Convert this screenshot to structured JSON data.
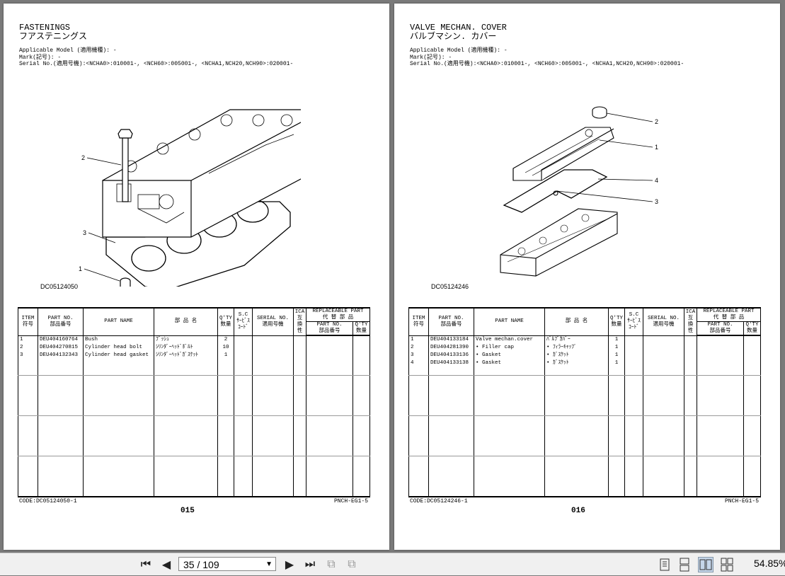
{
  "pages": [
    {
      "title_en": "FASTENINGS",
      "title_jp": "フアステニングス",
      "meta_line1": "Applicable Model (適用機種): -",
      "meta_line2": "Mark(記号): -",
      "meta_line3": "Serial No.(適用号機):<NCHA0>:010001-, <NCH60>:005001-, <NCHA1,NCH20,NCH90>:020001-",
      "figure_id": "DC05124050",
      "callouts": [
        "1",
        "2",
        "3"
      ],
      "rows": [
        {
          "item": "1",
          "part_no": "DEU404160764",
          "name": "Bush",
          "jp": "ﾌﾞｯｼｭ",
          "qty": "2"
        },
        {
          "item": "2",
          "part_no": "DEU404270815",
          "name": "Cylinder head bolt",
          "jp": "ｼﾘﾝﾀﾞｰﾍｯﾄﾞﾎﾞﾙﾄ",
          "qty": "10"
        },
        {
          "item": "3",
          "part_no": "DEU404132343",
          "name": "Cylinder head gasket",
          "jp": "ｼﾘﾝﾀﾞｰﾍｯﾄﾞｶﾞｽｹｯﾄ",
          "qty": "1"
        }
      ],
      "code": "CODE:DC05124050-1",
      "page_number": "015",
      "doc_id": "PNCH-EG1-5"
    },
    {
      "title_en": "VALVE MECHAN. COVER",
      "title_jp": "バルブマシン. カバー",
      "meta_line1": "Applicable Model (適用機種): -",
      "meta_line2": "Mark(記号): -",
      "meta_line3": "Serial No.(適用号機):<NCHA0>:010001-, <NCH60>:005001-, <NCHA1,NCH20,NCH90>:020001-",
      "figure_id": "DC05124246",
      "callouts": [
        "1",
        "2",
        "3",
        "4"
      ],
      "rows": [
        {
          "item": "1",
          "part_no": "DEU404133184",
          "name": "Valve mechan.cover",
          "jp": "ﾊﾞﾙﾌﾞｶﾊﾞｰ",
          "qty": "1"
        },
        {
          "item": "2",
          "part_no": "DEU404281390",
          "name": "• Filler cap",
          "jp": "• ﾌｨﾗｰｷｬｯﾌﾟ",
          "qty": "1"
        },
        {
          "item": "3",
          "part_no": "DEU404133136",
          "name": "• Gasket",
          "jp": "• ｶﾞｽｹｯﾄ",
          "qty": "1"
        },
        {
          "item": "4",
          "part_no": "DEU404133138",
          "name": "• Gasket",
          "jp": "• ｶﾞｽｹｯﾄ",
          "qty": "1"
        }
      ],
      "code": "CODE:DC05124246-1",
      "page_number": "016",
      "doc_id": "PNCH-EG1-5"
    }
  ],
  "table_headers": {
    "item": "ITEM",
    "item_jp": "符号",
    "part_no": "PART NO.",
    "part_no_jp": "部品番号",
    "part_name": "PART NAME",
    "jp_name": "部 品 名",
    "qty": "Q'TY",
    "qty_jp": "数量",
    "sc": "S.C",
    "sc_jp1": "ｻｰﾋﾞｽ",
    "sc_jp2": "ｺｰﾄﾞ",
    "serial": "SERIAL NO.",
    "serial_jp": "適用号機",
    "ica": "ICA",
    "ica_jp1": "互",
    "ica_jp2": "換",
    "ica_jp3": "性",
    "replaceable": "REPLACEABLE PART",
    "replaceable_jp": "代 替 部 品",
    "rep_part_no": "PART NO.",
    "rep_part_no_jp": "部品番号",
    "rep_qty": "Q'TY",
    "rep_qty_jp": "数量"
  },
  "toolbar": {
    "page_display": "35 / 109",
    "zoom": "54.85%"
  }
}
